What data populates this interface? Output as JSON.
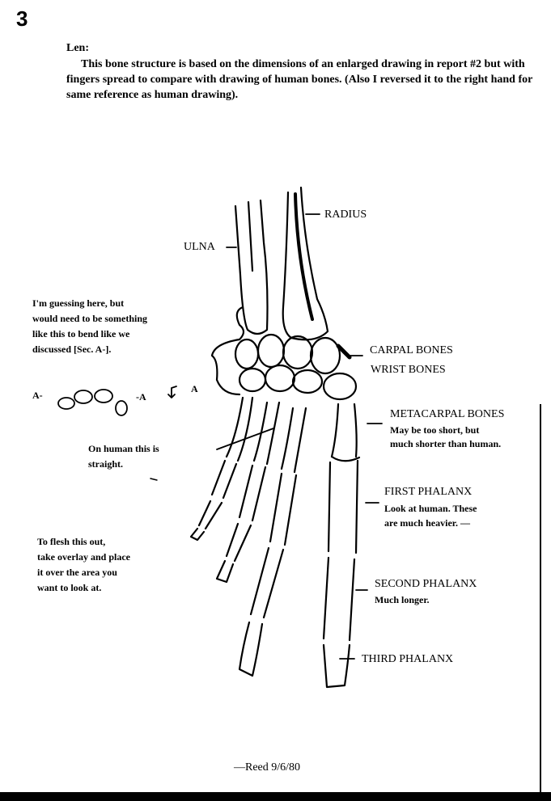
{
  "page_number": "3",
  "note": {
    "salutation": "Len:",
    "body": "This bone structure is based on the dimensions of an enlarged drawing in report #2 but with fingers spread to compare with drawing of human bones. (Also I reversed it to the right hand for same reference as human drawing)."
  },
  "labels": {
    "radius": "RADIUS",
    "ulna": "ULNA",
    "carpal": "CARPAL BONES",
    "wrist": "WRIST BONES",
    "metacarpal": "METACARPAL BONES",
    "metacarpal_note_1": "May be too short, but",
    "metacarpal_note_2": "much shorter than human.",
    "first_phalanx": "FIRST PHALANX",
    "first_note_1": "Look at human. These",
    "first_note_2": "are much heavier. —",
    "second_phalanx": "SECOND PHALANX",
    "second_note": "Much longer.",
    "third_phalanx": "THIRD PHALANX"
  },
  "side_notes": {
    "guessing": [
      "I'm guessing here, but",
      "would need to be something",
      "like this to bend like we",
      "discussed [Sec. A-]."
    ],
    "section_marks": {
      "left": "A-",
      "right": "-A",
      "arrow": "A"
    },
    "human": [
      "On human this is",
      "straight."
    ],
    "flesh": [
      "To flesh this out,",
      "take overlay and place",
      "it over the area you",
      "want to look at."
    ]
  },
  "signature": "—Reed 9/6/80"
}
